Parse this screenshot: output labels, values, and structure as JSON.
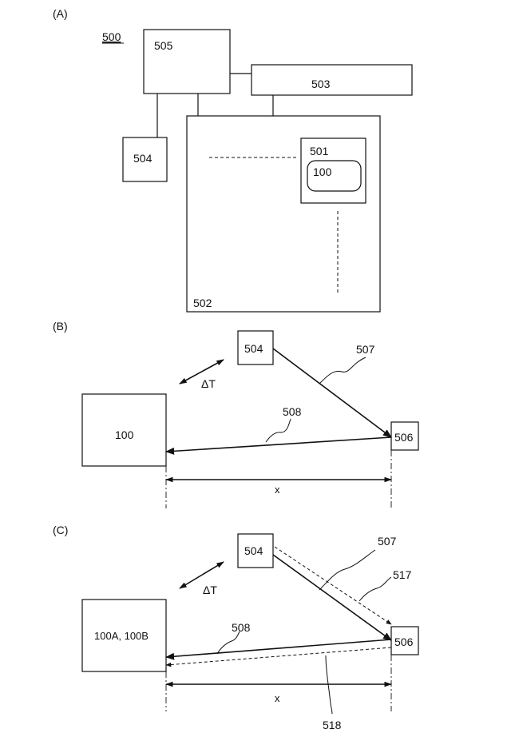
{
  "panel_a": {
    "label": "(A)",
    "system_ref": "500",
    "box_505": "505",
    "box_503": "503",
    "box_504": "504",
    "box_501": "501",
    "box_100": "100",
    "box_502": "502"
  },
  "panel_b": {
    "label": "(B)",
    "box_504": "504",
    "box_100": "100",
    "box_506": "506",
    "ref_507": "507",
    "ref_508": "508",
    "delta_t": "ΔT",
    "distance": "x"
  },
  "panel_c": {
    "label": "(C)",
    "box_504": "504",
    "box_100ab": "100A, 100B",
    "box_506": "506",
    "ref_507": "507",
    "ref_517": "517",
    "ref_508": "508",
    "ref_518": "518",
    "delta_t": "ΔT",
    "distance": "x"
  }
}
